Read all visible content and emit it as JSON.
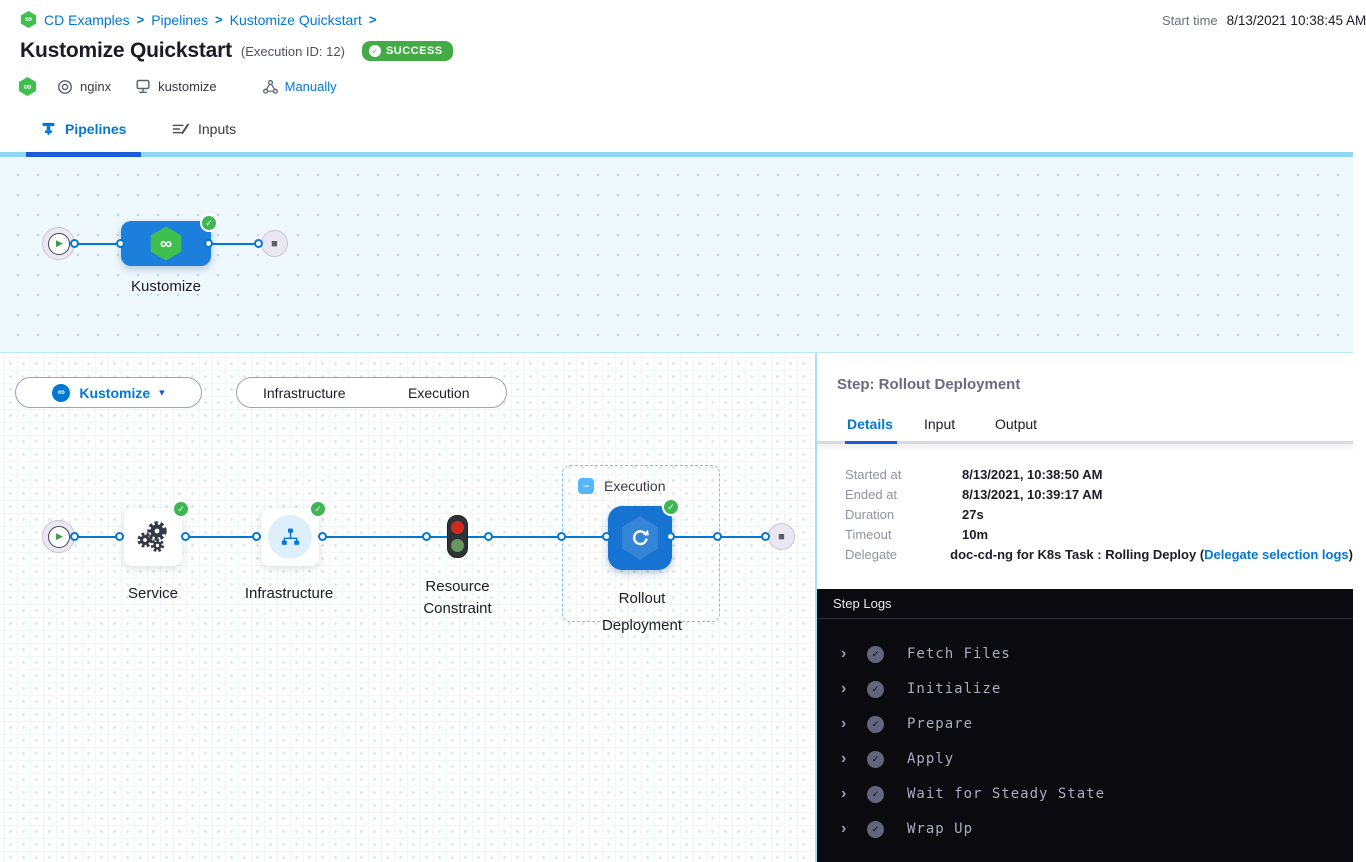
{
  "icons": {
    "breadcrumb_separator": ">",
    "chevron_down": "▾",
    "play": "▶",
    "stop": "■",
    "check": "✓",
    "minus": "−",
    "chevron_right": "›",
    "infinity": "∞"
  },
  "breadcrumb": {
    "items": [
      "CD Examples",
      "Pipelines",
      "Kustomize Quickstart"
    ]
  },
  "header": {
    "title": "Kustomize Quickstart",
    "execution_id": "(Execution ID: 12)",
    "status_badge": "SUCCESS",
    "start_time_label": "Start time",
    "start_time_value": "8/13/2021 10:38:45 AM",
    "service_name": "nginx",
    "environment_name": "kustomize",
    "trigger_type": "Manually"
  },
  "tabs": {
    "pipelines_label": "Pipelines",
    "inputs_label": "Inputs"
  },
  "stage_canvas": {
    "stage_label": "Kustomize"
  },
  "execution_view": {
    "stage_selector_label": "Kustomize",
    "infrastructure_toggle_label": "Infrastructure",
    "execution_toggle_label": "Execution",
    "group_label": "Execution",
    "nodes": [
      {
        "label": "Service"
      },
      {
        "label": "Infrastructure"
      },
      {
        "label": "Resource Constraint"
      },
      {
        "label": "Rollout Deployment"
      }
    ]
  },
  "step_panel": {
    "title": "Step: Rollout Deployment",
    "tabs": [
      "Details",
      "Input",
      "Output"
    ],
    "active_tab": "Details",
    "details_rows": [
      {
        "label": "Started at",
        "value": "8/13/2021, 10:38:50 AM"
      },
      {
        "label": "Ended at",
        "value": "8/13/2021, 10:39:17 AM"
      },
      {
        "label": "Duration",
        "value": "27s"
      },
      {
        "label": "Timeout",
        "value": "10m"
      }
    ],
    "delegate": {
      "label": "Delegate",
      "text": "doc-cd-ng for K8s Task : Rolling Deploy (",
      "link": "Delegate selection logs",
      "suffix": ")"
    }
  },
  "step_logs": {
    "title": "Step Logs",
    "sections": [
      "Fetch Files",
      "Initialize",
      "Prepare",
      "Apply",
      "Wait for Steady State",
      "Wrap Up"
    ]
  },
  "colors": {
    "primary_blue": "#0278d5",
    "active_tab_underline": "#1a5cd7",
    "success_green": "#42ab45",
    "node_blue": "#1773d2",
    "cd_logo_green": "#3fbf4d",
    "canvas_tint": "#eef8fd",
    "log_background": "#0b0b0f",
    "link_blue": "#0278d5"
  }
}
